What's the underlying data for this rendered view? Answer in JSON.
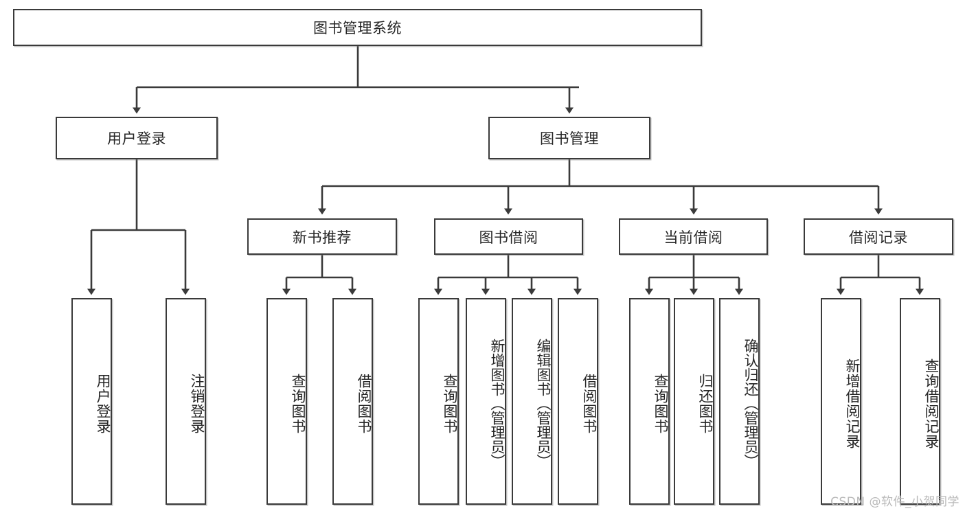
{
  "diagram": {
    "title": "图书管理系统",
    "type": "tree-hierarchy-chart",
    "watermark": "CSDN @软件_小贺同学",
    "root": {
      "label": "图书管理系统"
    },
    "level2": [
      {
        "label": "用户登录"
      },
      {
        "label": "图书管理"
      }
    ],
    "level3": [
      {
        "label": "新书推荐"
      },
      {
        "label": "图书借阅"
      },
      {
        "label": "当前借阅"
      },
      {
        "label": "借阅记录"
      }
    ],
    "leaves": {
      "user_login": [
        {
          "label": "用户登录"
        },
        {
          "label": "注销登录"
        }
      ],
      "new_book_recommend": [
        {
          "label": "查询图书"
        },
        {
          "label": "借阅图书"
        }
      ],
      "book_borrow": [
        {
          "label": "查询图书"
        },
        {
          "label": "新增图书（管理员）"
        },
        {
          "label": "编辑图书（管理员）"
        },
        {
          "label": "借阅图书"
        }
      ],
      "current_borrow": [
        {
          "label": "查询图书"
        },
        {
          "label": "归还图书"
        },
        {
          "label": "确认归还（管理员）"
        }
      ],
      "borrow_record": [
        {
          "label": "新增借阅记录"
        },
        {
          "label": "查询借阅记录"
        }
      ]
    },
    "colors": {
      "stroke": "#3a3a3a",
      "fill": "#ffffff",
      "text": "#262626",
      "watermark": "#b9b9b9"
    }
  }
}
